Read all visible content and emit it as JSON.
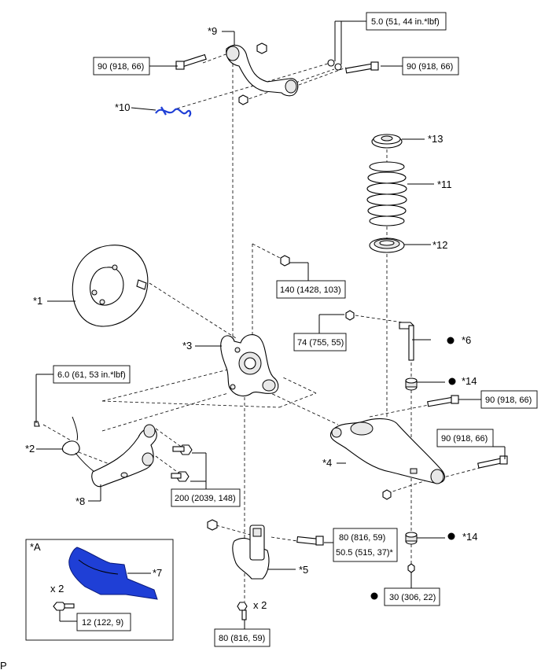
{
  "callouts": {
    "c1": "*1",
    "c2": "*2",
    "c3": "*3",
    "c4": "*4",
    "c5": "*5",
    "c6": "*6",
    "c7": "*7",
    "c8": "*8",
    "c9": "*9",
    "c10": "*10",
    "c11": "*11",
    "c12": "*12",
    "c13": "*13",
    "c14a": "*14",
    "c14b": "*14",
    "cA": "*A"
  },
  "torques": {
    "t_5_0": "5.0 (51, 44 in.*lbf)",
    "t_90_upper_left": "90 (918, 66)",
    "t_90_upper_right": "90 (918, 66)",
    "t_140": "140 (1428, 103)",
    "t_74": "74 (755, 55)",
    "t_6_0": "6.0 (61, 53 in.*lbf)",
    "t_90_mid": "90 (918, 66)",
    "t_90_lower": "90 (918, 66)",
    "t_200": "200 (2039, 148)",
    "t_80_a": "80 (816, 59)",
    "t_50_5": "50.5 (515, 37)*",
    "t_30": "30 (306, 22)",
    "t_12": "12 (122, 9)",
    "t_80_bottom": "80 (816, 59)"
  },
  "quantities": {
    "q_inset": "x 2",
    "q_bottom": "x 2"
  },
  "footer": {
    "code": "P"
  },
  "colors": {
    "highlight": "#1f3fd6",
    "line": "#000000"
  }
}
